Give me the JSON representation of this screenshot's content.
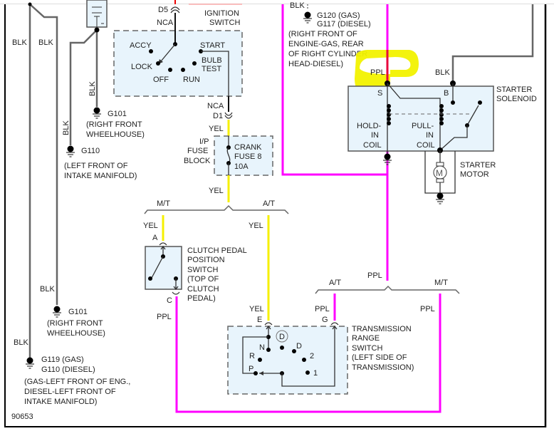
{
  "diagram": {
    "figure_number": "90653",
    "wire_colors": {
      "BLK": "#111111",
      "YEL": "#f6f000",
      "PPL": "#ff00ff",
      "highlight": "#f2f200"
    },
    "wire_labels": {
      "blk": "BLK",
      "yel": "YEL",
      "ppl": "PPL",
      "nca": "NCA"
    },
    "connectors": {
      "d5": "D5",
      "d1": "D1",
      "a": "A",
      "c": "C",
      "e": "E",
      "g": "G"
    },
    "ignition_switch": {
      "title_line1": "IGNITION",
      "title_line2": "SWITCH",
      "positions": {
        "accy": "ACCY",
        "lock": "LOCK",
        "off": "OFF",
        "run": "RUN",
        "start": "START",
        "bulb": "BULB",
        "test": "TEST"
      }
    },
    "fuse_block": {
      "label_line1": "I/P",
      "label_line2": "FUSE",
      "label_line3": "BLOCK",
      "fuse_line1": "CRANK",
      "fuse_line2": "FUSE 8",
      "fuse_line3": "10A"
    },
    "branch_labels": {
      "mt": "M/T",
      "at": "A/T"
    },
    "clutch_switch": {
      "line1": "CLUTCH PEDAL",
      "line2": "POSITION",
      "line3": "SWITCH",
      "line4": "(TOP OF",
      "line5": "CLUTCH",
      "line6": "PEDAL)"
    },
    "trans_range_switch": {
      "line1": "TRANSMISSION",
      "line2": "RANGE",
      "line3": "SWITCH",
      "line4": "(LEFT SIDE OF",
      "line5": "TRANSMISSION)",
      "positions": {
        "p": "P",
        "r": "R",
        "n": "N",
        "d_circled": "D",
        "d": "D",
        "two": "2",
        "one": "1"
      }
    },
    "starter_solenoid": {
      "title_line1": "STARTER",
      "title_line2": "SOLENOID",
      "terminal_s": "S",
      "terminal_b": "B",
      "hold_line1": "HOLD-",
      "hold_line2": "IN",
      "hold_line3": "COIL",
      "pull_line1": "PULL-",
      "pull_line2": "IN",
      "pull_line3": "COIL"
    },
    "starter_motor": {
      "line1": "STARTER",
      "line2": "MOTOR",
      "symbol": "M"
    },
    "grounds": {
      "g101_top": {
        "id": "G101",
        "loc1": "(RIGHT FRONT",
        "loc2": "WHEELHOUSE)"
      },
      "g110": {
        "id": "G110",
        "loc1": "(LEFT FRONT OF",
        "loc2": "INTAKE MANIFOLD)"
      },
      "g120": {
        "id1": "G120 (GAS)",
        "id2": "G117 (DIESEL)",
        "loc1": "(RIGHT FRONT OF",
        "loc2": "ENGINE-GAS, REAR",
        "loc3": "OF RIGHT CYLINDER",
        "loc4": "HEAD-DIESEL)"
      },
      "g101_bottom": {
        "id": "G101",
        "loc1": "(RIGHT FRONT",
        "loc2": "WHEELHOUSE)"
      },
      "g119": {
        "id1": "G119 (GAS)",
        "id2": "G110 (DIESEL)",
        "loc1": "(GAS-LEFT FRONT OF ENG.,",
        "loc2": "DIESEL-LEFT FRONT OF",
        "loc3": "INTAKE MANIFOLD)"
      }
    }
  }
}
